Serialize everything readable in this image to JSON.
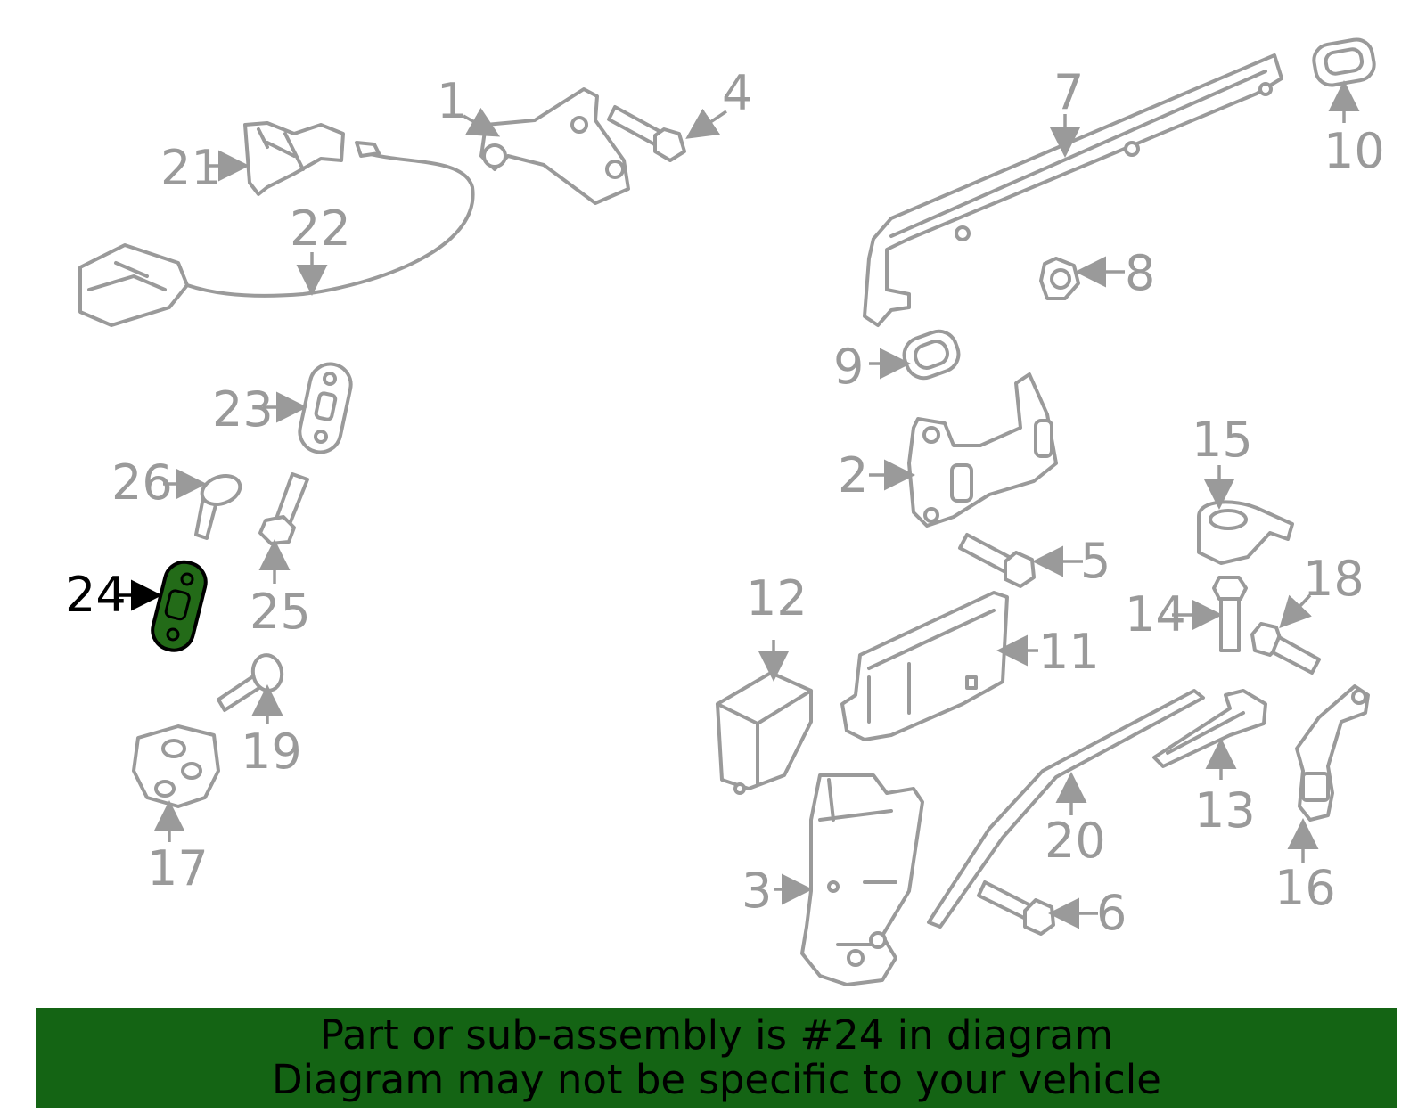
{
  "diagram": {
    "highlight_color": "#236b18",
    "part_color": "#9a9a9a",
    "highlighted_callout": "24",
    "callouts": [
      "1",
      "2",
      "3",
      "4",
      "5",
      "6",
      "7",
      "8",
      "9",
      "10",
      "11",
      "12",
      "13",
      "14",
      "15",
      "16",
      "17",
      "18",
      "19",
      "20",
      "21",
      "22",
      "23",
      "24",
      "25",
      "26"
    ]
  },
  "banner": {
    "background": "#146414",
    "line1": "Part or sub-assembly is #24 in diagram",
    "line2": "Diagram may not be specific to your vehicle"
  }
}
